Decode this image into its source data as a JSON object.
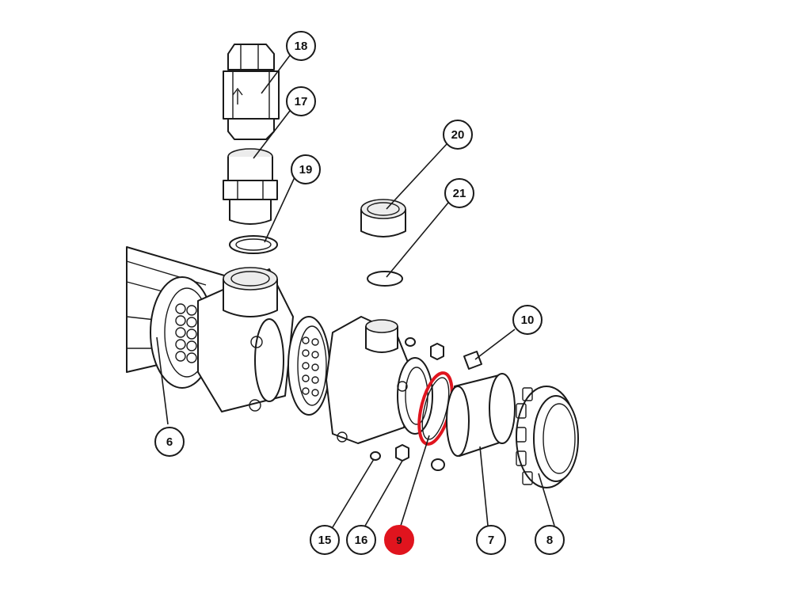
{
  "diagram": {
    "callouts": [
      {
        "id": "18",
        "label": "18",
        "highlight": false
      },
      {
        "id": "17",
        "label": "17",
        "highlight": false
      },
      {
        "id": "19",
        "label": "19",
        "highlight": false
      },
      {
        "id": "20",
        "label": "20",
        "highlight": false
      },
      {
        "id": "21",
        "label": "21",
        "highlight": false
      },
      {
        "id": "10",
        "label": "10",
        "highlight": false
      },
      {
        "id": "6",
        "label": "6",
        "highlight": false
      },
      {
        "id": "15",
        "label": "15",
        "highlight": false
      },
      {
        "id": "16",
        "label": "16",
        "highlight": false
      },
      {
        "id": "9",
        "label": "9",
        "highlight": true
      },
      {
        "id": "7",
        "label": "7",
        "highlight": false
      },
      {
        "id": "8",
        "label": "8",
        "highlight": false
      }
    ],
    "colors": {
      "highlight": "#e0141e",
      "line": "#1a1a1a",
      "background": "#ffffff"
    }
  }
}
